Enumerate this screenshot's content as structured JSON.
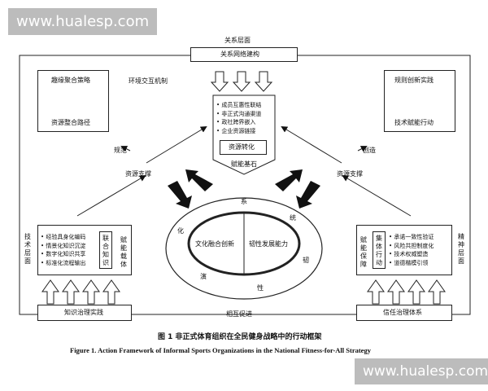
{
  "watermark_top": "www.hualesp.com",
  "watermark_bottom": "www.hualesp.com",
  "top_label": "关系层面",
  "network": "关系网络建构",
  "mechanism": "环境交互机制",
  "left_top_box": {
    "top": "趣缘聚合策略",
    "bottom": "资源整合路径"
  },
  "right_top_box": {
    "top": "规则创新实践",
    "bottom": "技术赋能行动"
  },
  "center_items": [
    "成员互惠性联结",
    "非正式沟通渠道",
    "政社跨界嵌入",
    "企业资源链接"
  ],
  "center_transform": "资源转化",
  "center_label": "赋能基石",
  "left_arrow_label": "规范",
  "right_arrow_label": "创造",
  "left_support": "资源支撑",
  "right_support": "资源支撑",
  "oval_outer": [
    "系",
    "统",
    "韧",
    "性",
    "演",
    "化"
  ],
  "oval_inner_left": "文化融合创新",
  "oval_inner_right": "韧性发展能力",
  "left_side_label": "技术层面",
  "right_side_label": "精神层面",
  "left_items": [
    "经验具身化编码",
    "情景化知识沉淀",
    "数字化知识共享",
    "标准化流程输出"
  ],
  "left_mid": "联合知识",
  "left_carrier": "赋能载体",
  "right_items": [
    "承诺一致性验证",
    "风险共担制度化",
    "技术权威塑造",
    "道德楷模引领"
  ],
  "right_mid": "集体行动",
  "right_guarantee": "赋能保障",
  "bottom_left_box": "知识治理实践",
  "bottom_right_box": "信任治理体系",
  "bottom_center": "相互促进",
  "caption_cn": "图 1   非正式体育组织在全民健身战略中的行动框架",
  "caption_en": "Figure 1.    Action Framework of Informal Sports Organizations in the National Fitness-for-All Strategy"
}
